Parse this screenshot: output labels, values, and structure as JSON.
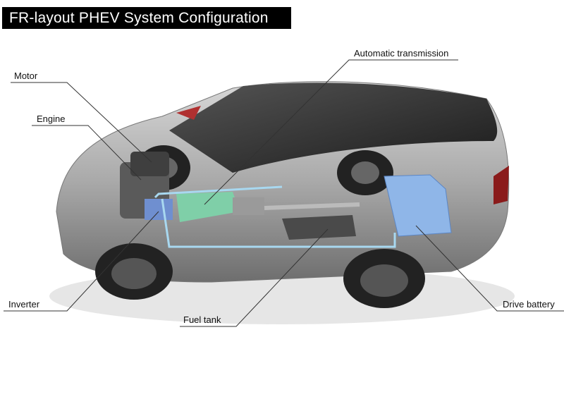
{
  "title": "FR-layout PHEV System Configuration",
  "labels": {
    "motor": "Motor",
    "engine": "Engine",
    "transmission": "Automatic transmission",
    "inverter": "Inverter",
    "fuel_tank": "Fuel tank",
    "battery": "Drive battery"
  }
}
